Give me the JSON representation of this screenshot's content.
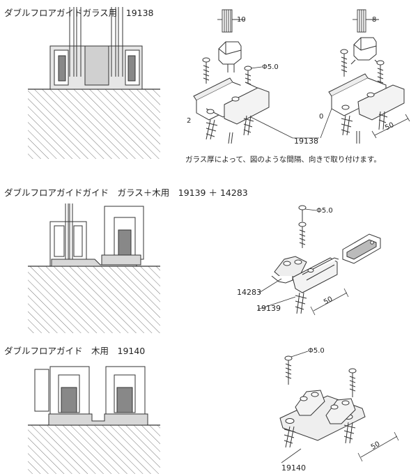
{
  "sections": [
    {
      "title": "ダブルフロアガイドガラス用　19138",
      "note": "ガラス厚によって、図のような間隔、向きで取り付けます。",
      "labels": {
        "part": "19138",
        "dim_a": "10",
        "dim_b": "8",
        "dim_c": "2",
        "dim_d": "0",
        "dim_e": "50",
        "screw": "Φ5.0"
      }
    },
    {
      "title": "ダブルフロアガイドガイド　ガラス＋木用　19139 ＋ 14283",
      "labels": {
        "part_a": "14283",
        "part_b": "19139",
        "dim": "50",
        "screw": "Φ5.0"
      }
    },
    {
      "title": "ダブルフロアガイド　木用　19140",
      "labels": {
        "part": "19140",
        "dim": "50",
        "screw": "Φ5.0"
      }
    }
  ]
}
